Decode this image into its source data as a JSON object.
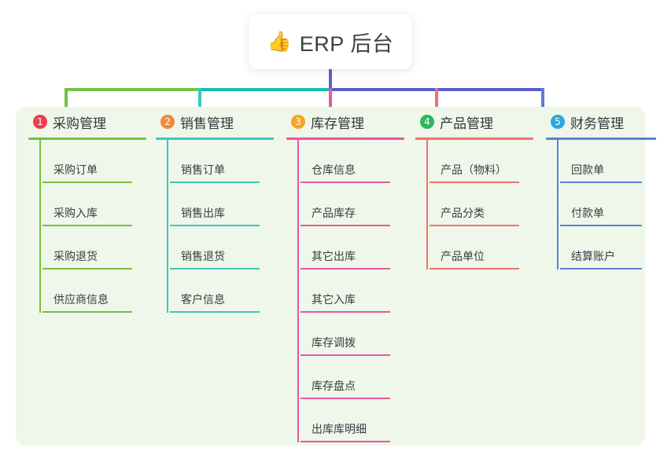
{
  "root": {
    "icon": "thumbs-up-icon",
    "icon_glyph": "👍",
    "title": "ERP 后台"
  },
  "palette": {
    "panel_background": "#eef7e9",
    "trunk": "#5b5fc7",
    "bus_left": "#76c043",
    "bus_mid": "#17bdb0",
    "bus_right": "#5b5fc7"
  },
  "branches": [
    {
      "number": "1",
      "label": "采购管理",
      "badge_color": "#ef3e52",
      "accent_color": "#76c043",
      "items": [
        "采购订单",
        "采购入库",
        "采购退货",
        "供应商信息"
      ]
    },
    {
      "number": "2",
      "label": "销售管理",
      "badge_color": "#f08a36",
      "accent_color": "#3ec7bd",
      "items": [
        "销售订单",
        "销售出库",
        "销售退货",
        "客户信息"
      ]
    },
    {
      "number": "3",
      "label": "库存管理",
      "badge_color": "#f5a623",
      "accent_color": "#e8579f",
      "items": [
        "仓库信息",
        "产品库存",
        "其它出库",
        "其它入库",
        "库存调拨",
        "库存盘点",
        "出库库明细"
      ]
    },
    {
      "number": "4",
      "label": "产品管理",
      "badge_color": "#2eb85c",
      "accent_color": "#f4706e",
      "items": [
        "产品（物料）",
        "产品分类",
        "产品单位"
      ]
    },
    {
      "number": "5",
      "label": "财务管理",
      "badge_color": "#29a8e0",
      "accent_color": "#5b7fd4",
      "items": [
        "回款单",
        "付款单",
        "结算账户"
      ]
    }
  ]
}
